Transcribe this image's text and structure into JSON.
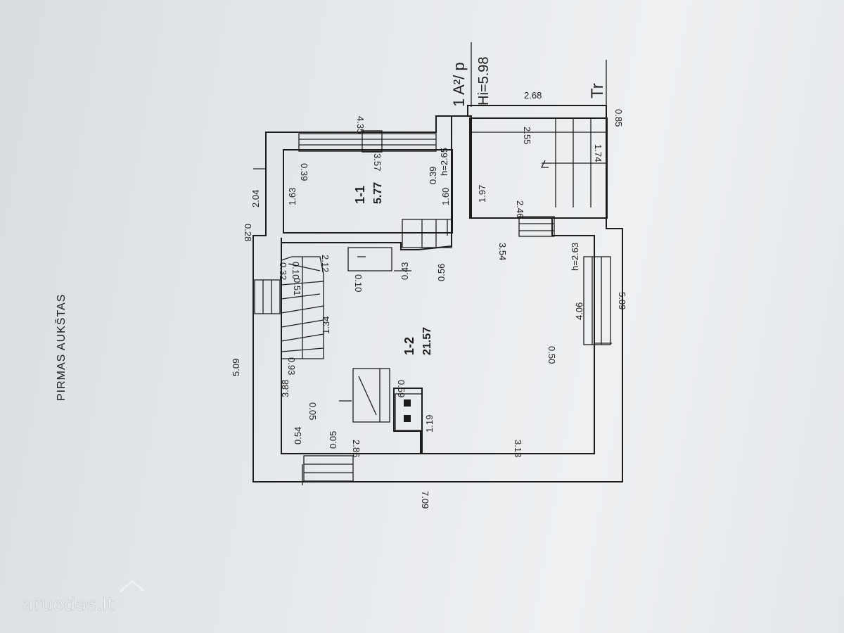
{
  "title": "PIRMAS AUKŠTAS",
  "header": {
    "building": "1 A²/ p",
    "height": "Hi=5.98",
    "terrace": "Tr"
  },
  "rooms": [
    {
      "id": "1-1",
      "area": "5.77"
    },
    {
      "id": "1-2",
      "area": "21.57"
    }
  ],
  "dims": {
    "d709": "7.09",
    "d509_top": "5.09",
    "d509_bot": "5.09",
    "d435": "4.35",
    "d357": "3.57",
    "d268": "2.68",
    "d085": "0.85",
    "d255": "2.55",
    "d174": "1.74",
    "d204": "2.04",
    "d028": "0.28",
    "d039_a": "0.39",
    "d039_b": "0.39",
    "d163": "1.63",
    "d160": "1.60",
    "h265": "h=2.65",
    "d197": "1.97",
    "d246": "2.46",
    "d354": "3.54",
    "d263": "h=2.63",
    "d406": "4.06",
    "d050": "0.50",
    "d313": "3.13",
    "d119": "1.19",
    "d059": "0.59",
    "d286": "2.86",
    "d054": "0.54",
    "d005_a": "0.05",
    "d005_b": "0.05",
    "d388": "3.88",
    "d093": "0.93",
    "d134": "1.34",
    "d051": "0.51",
    "d032": "0.32",
    "d010_a": "0.10",
    "d212": "2.12",
    "d010_b": "0.10",
    "d043": "0.43",
    "d056": "0.56"
  },
  "watermark": "aruodas.lt"
}
